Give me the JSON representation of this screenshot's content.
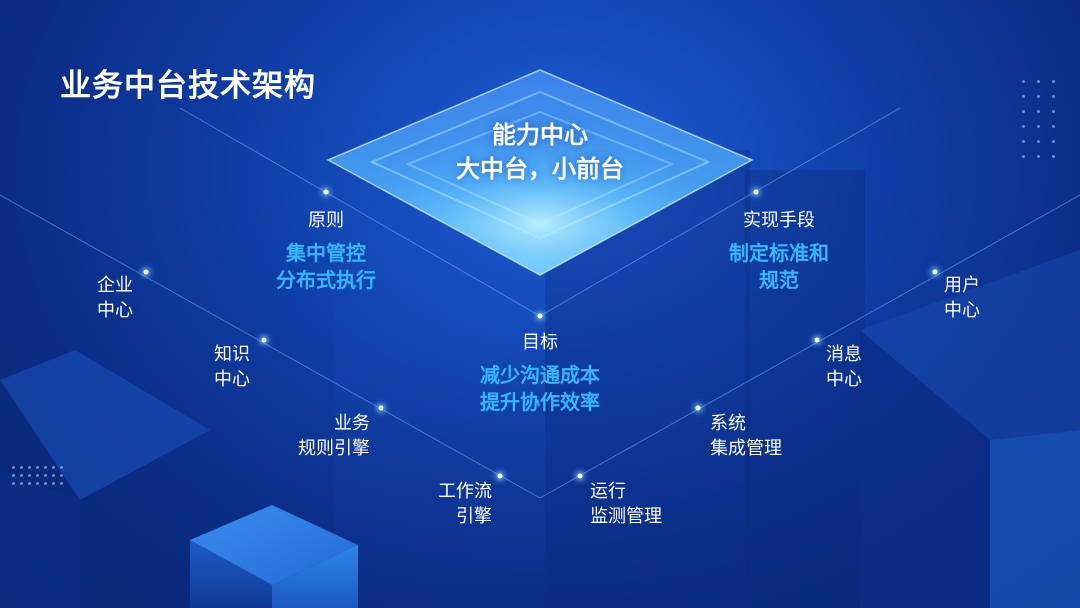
{
  "title": "业务中台技术架构",
  "core": {
    "line1": "能力中心",
    "line2": "大中台，小前台"
  },
  "principle": {
    "label": "原则",
    "line1": "集中管控",
    "line2": "分布式执行"
  },
  "means": {
    "label": "实现手段",
    "line1": "制定标准和",
    "line2": "规范"
  },
  "goal": {
    "label": "目标",
    "line1": "减少沟通成本",
    "line2": "提升协作效率"
  },
  "left_nodes": [
    {
      "line1": "企业",
      "line2": "中心"
    },
    {
      "line1": "知识",
      "line2": "中心"
    },
    {
      "line1": "业务",
      "line2": "规则引擎"
    },
    {
      "line1": "工作流",
      "line2": "引擎"
    }
  ],
  "right_nodes": [
    {
      "line1": "用户",
      "line2": "中心"
    },
    {
      "line1": "消息",
      "line2": "中心"
    },
    {
      "line1": "系统",
      "line2": "集成管理"
    },
    {
      "line1": "运行",
      "line2": "监测管理"
    }
  ],
  "colors": {
    "background": "#0b2f8f",
    "accent_text": "#37b6ff",
    "core_glow": "#7ad0ff",
    "text": "#ffffff"
  },
  "icons": [
    "glow-dot",
    "dot-grid"
  ]
}
